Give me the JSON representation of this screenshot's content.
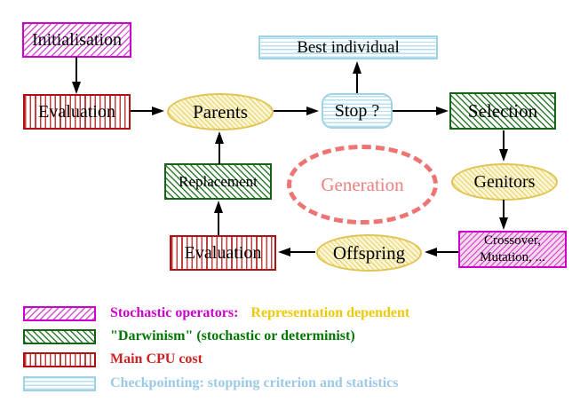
{
  "nodes": {
    "initialisation": "Initialisation",
    "evaluation_top": "Evaluation",
    "parents": "Parents",
    "best_individual": "Best individual",
    "stop": "Stop ?",
    "selection": "Selection",
    "genitors": "Genitors",
    "crossover_line1": "Crossover,",
    "crossover_line2": "Mutation, ...",
    "offspring": "Offspring",
    "evaluation_bottom": "Evaluation",
    "replacement": "Replacement",
    "generation": "Generation"
  },
  "edges": [
    {
      "from": "Initialisation",
      "to": "Evaluation"
    },
    {
      "from": "Evaluation",
      "to": "Parents"
    },
    {
      "from": "Parents",
      "to": "Stop ?"
    },
    {
      "from": "Stop ?",
      "to": "Best individual"
    },
    {
      "from": "Stop ?",
      "to": "Selection"
    },
    {
      "from": "Selection",
      "to": "Genitors"
    },
    {
      "from": "Genitors",
      "to": "Crossover, Mutation, ..."
    },
    {
      "from": "Crossover, Mutation, ...",
      "to": "Offspring"
    },
    {
      "from": "Offspring",
      "to": "Evaluation"
    },
    {
      "from": "Evaluation",
      "to": "Replacement"
    },
    {
      "from": "Replacement",
      "to": "Parents"
    }
  ],
  "legend": {
    "rows": [
      {
        "swatch": "magenta-diagonal-hatch",
        "parts": [
          {
            "text": "Stochastic operators:",
            "color": "#cc00cc"
          },
          {
            "text": "Representation dependent",
            "color": "#edc907"
          }
        ]
      },
      {
        "swatch": "green-diagonal-hatch",
        "parts": [
          {
            "text": "\"Darwinism\" (stochastic or determinist)",
            "color": "#007700"
          }
        ]
      },
      {
        "swatch": "red-vertical-hatch",
        "parts": [
          {
            "text": "Main CPU cost",
            "color": "#cc2222"
          }
        ]
      },
      {
        "swatch": "cyan-horizontal-hatch",
        "parts": [
          {
            "text": "Checkpointing: stopping criterion and statistics",
            "color": "#9ccae6"
          }
        ]
      }
    ]
  },
  "colors": {
    "magenta": "#cc00cc",
    "dark_green": "#156315",
    "dark_red": "#b01010",
    "light_blue": "#9fd2e2",
    "gold_border": "#e2c455",
    "salmon_dashed": "#ee7474",
    "arrow_black": "#000000"
  }
}
